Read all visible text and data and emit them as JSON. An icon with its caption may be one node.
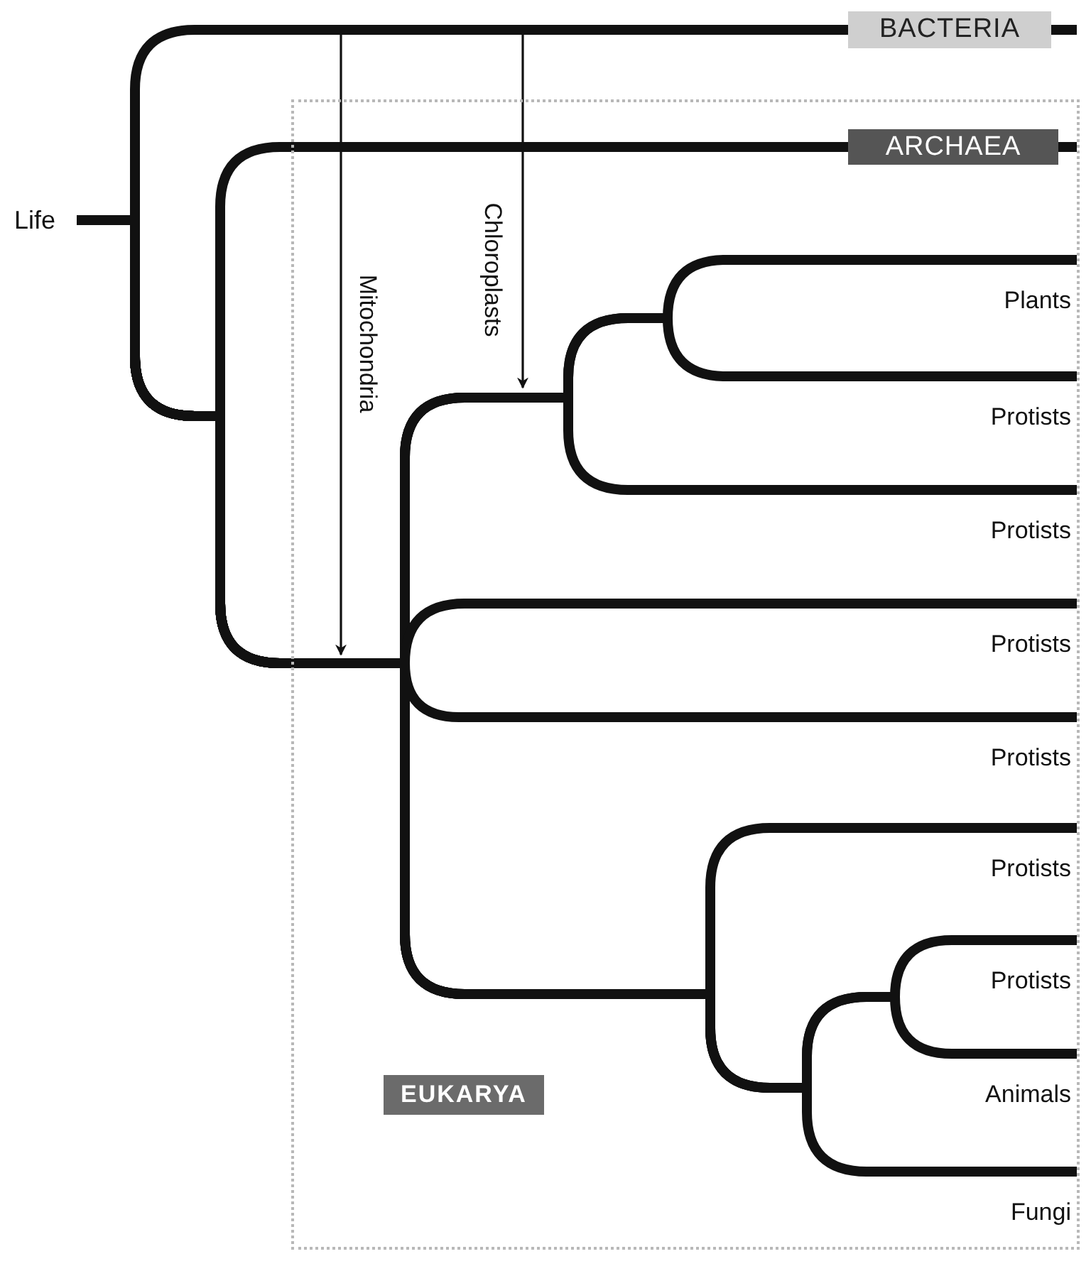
{
  "diagram": {
    "nodes": [
      {
        "text": [
          "Life"
        ]
      },
      {
        "text": [
          "BACTERIA"
        ]
      },
      {
        "text": [
          "EUKARYA"
        ]
      },
      {
        "text": [
          "ARCHAEA"
        ],
        "in": 2
      },
      {
        "text": [
          "Plants"
        ],
        "in": 2
      },
      {
        "text": [
          "Protists"
        ],
        "in": 2
      },
      {
        "text": [
          "Protists"
        ],
        "in": 2
      },
      {
        "text": [
          "Protists"
        ],
        "in": 2
      },
      {
        "text": [
          "Protists"
        ],
        "in": 2
      },
      {
        "text": [
          "Protists"
        ],
        "in": 2
      },
      {
        "text": [
          "Protists"
        ],
        "in": 2
      },
      {
        "text": [
          "Animals"
        ],
        "in": 2
      },
      {
        "text": [
          "Fungi"
        ],
        "in": 2
      }
    ],
    "edges": [
      {
        "from": 0,
        "to": 1,
        "arrow": "none"
      },
      {
        "from": 0,
        "to": 3,
        "arrow": "none"
      },
      {
        "from": 0,
        "to": 4,
        "arrow": "none"
      },
      {
        "from": 0,
        "to": 5,
        "arrow": "none"
      },
      {
        "from": 0,
        "to": 6,
        "arrow": "none"
      },
      {
        "from": 0,
        "to": 7,
        "arrow": "none"
      },
      {
        "from": 0,
        "to": 8,
        "arrow": "none"
      },
      {
        "from": 0,
        "to": 9,
        "arrow": "none"
      },
      {
        "from": 0,
        "to": 10,
        "arrow": "none"
      },
      {
        "from": 0,
        "to": 11,
        "arrow": "none"
      },
      {
        "from": 0,
        "to": 12,
        "arrow": "none"
      }
    ],
    "labels": [
      "Mitochondria",
      "Chloroplasts"
    ]
  }
}
